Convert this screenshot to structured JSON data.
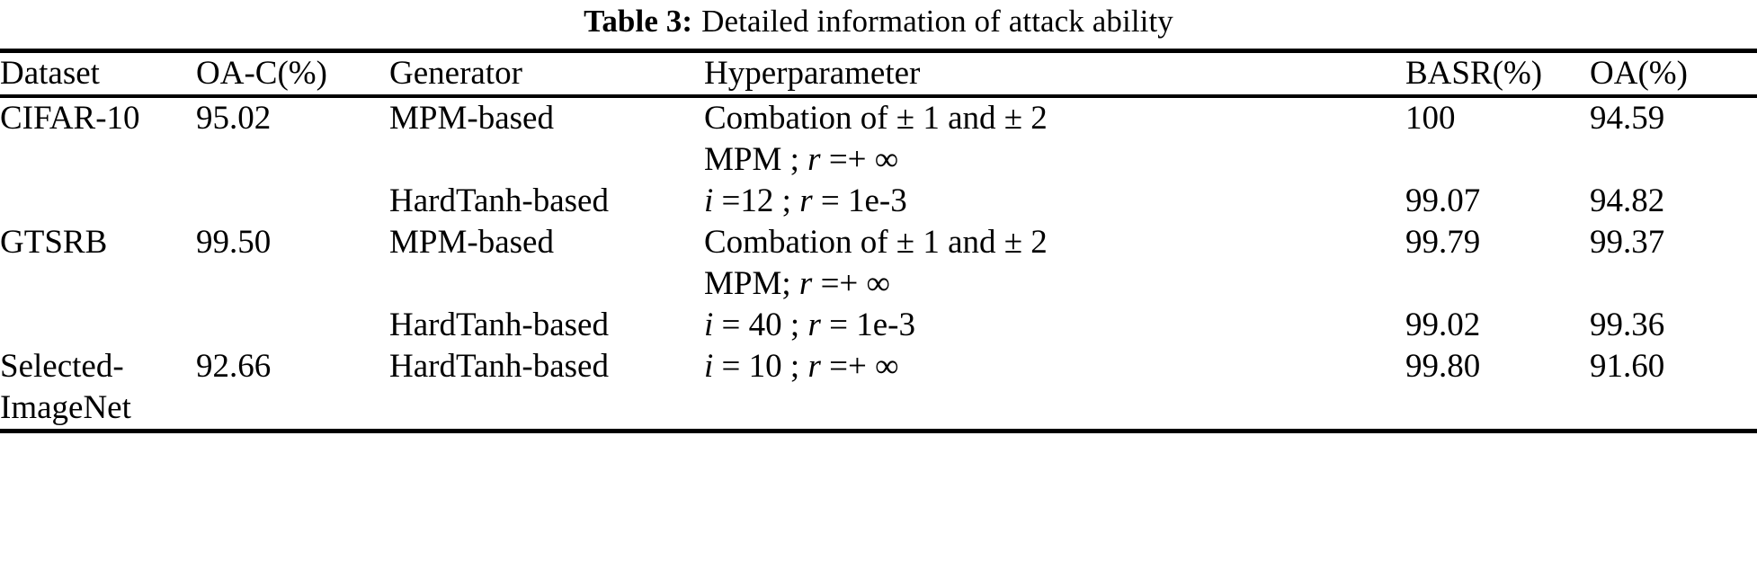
{
  "caption": {
    "label": "Table 3:",
    "text": "Detailed information of attack ability"
  },
  "table": {
    "columns": [
      "Dataset",
      "OA-C(%)",
      "Generator",
      "Hyperparameter",
      "BASR(%)",
      "OA(%)"
    ],
    "rows": [
      {
        "dataset": "CIFAR-10",
        "dataset_line2": "",
        "oa_c": "95.02",
        "generator": "MPM-based",
        "hyper_line1": "Combation of ± 1 and ± 2",
        "hyper_line2_pre": "MPM ; ",
        "hyper_line2_var": "r",
        "hyper_line2_post": " =+ ∞",
        "basr": "100",
        "oa": "94.59"
      },
      {
        "dataset": "",
        "dataset_line2": "",
        "oa_c": "",
        "generator": "HardTanh-based",
        "hyper_i_var": "i",
        "hyper_i_val": " =12 ; ",
        "hyper_r_var": "r",
        "hyper_r_val": " = 1e-3",
        "basr": "99.07",
        "oa": "94.82"
      },
      {
        "dataset": "GTSRB",
        "dataset_line2": "",
        "oa_c": "99.50",
        "generator": "MPM-based",
        "hyper_line1": "Combation of ± 1 and ± 2",
        "hyper_line2_pre": "MPM; ",
        "hyper_line2_var": "r",
        "hyper_line2_post": " =+ ∞",
        "basr": "99.79",
        "oa": "99.37"
      },
      {
        "dataset": "",
        "dataset_line2": "",
        "oa_c": "",
        "generator": "HardTanh-based",
        "hyper_i_var": "i",
        "hyper_i_val": " = 40 ; ",
        "hyper_r_var": "r",
        "hyper_r_val": " = 1e-3",
        "basr": "99.02",
        "oa": "99.36"
      },
      {
        "dataset": "Selected-",
        "dataset_line2": "ImageNet",
        "oa_c": "92.66",
        "generator": "HardTanh-based",
        "hyper_i_var": "i",
        "hyper_i_val": " = 10 ; ",
        "hyper_r_var": "r",
        "hyper_r_val": " =+ ∞",
        "basr": "99.80",
        "oa": "91.60"
      }
    ]
  }
}
